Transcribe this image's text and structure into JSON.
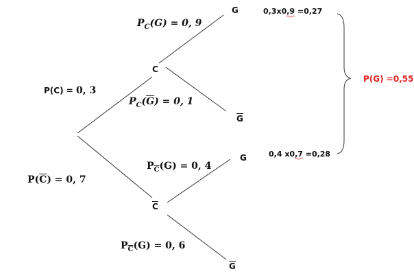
{
  "nodes": {
    "c": "C",
    "c_bar": "C",
    "g_top": "G",
    "g_bar_top": "G",
    "g_mid": "G",
    "g_bar_bottom": "G"
  },
  "branches": {
    "p_c": {
      "prefix": "P(C) = ",
      "value": "0, 3"
    },
    "p_cbar": {
      "prefix": "P(",
      "letter": "C",
      "suffix": ") = 0, 7"
    },
    "pc_g": {
      "p": "P",
      "sub": "C",
      "arg": "(G) = 0, 9"
    },
    "pc_gbar": {
      "p": "P",
      "sub": "C",
      "open": "(",
      "letter": "G",
      "close": ") = 0, 1"
    },
    "pcbar_g_top": {
      "p": "P",
      "sub": "C",
      "arg": "(G) = 0, 4"
    },
    "pcbar_g_bottom": {
      "p": "P",
      "sub": "C",
      "arg": "(G) = 0, 6"
    }
  },
  "products": {
    "top": "0,3x0,9 =0,27",
    "bottom": "0,4 x0,7 =0,28"
  },
  "total": "P(G) =0,55",
  "colors": {
    "line": "#333333",
    "total": "#e02020"
  }
}
